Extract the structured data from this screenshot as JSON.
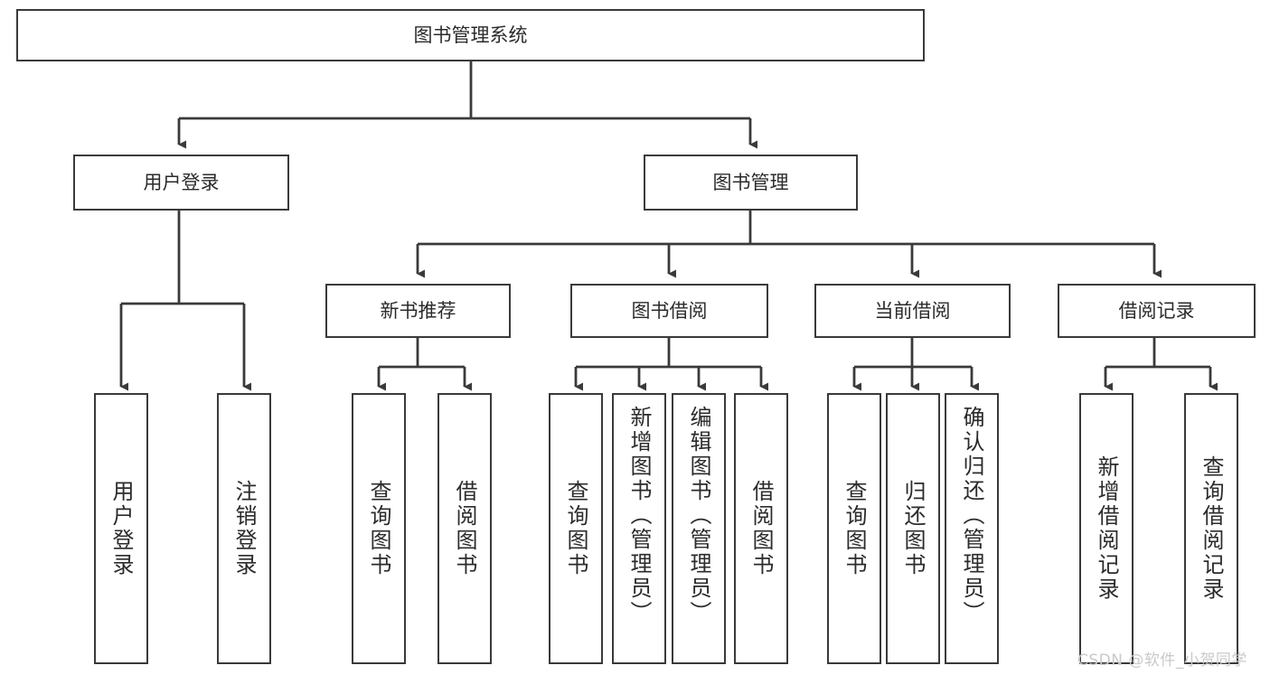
{
  "diagram": {
    "title": "图书管理系统",
    "type": "tree-hierarchy",
    "stroke_color": "#3a3a3a",
    "text_color": "#2b2b2b",
    "background_color": "#ffffff",
    "root": {
      "label": "图书管理系统"
    },
    "level2": [
      {
        "label": "用户登录"
      },
      {
        "label": "图书管理"
      }
    ],
    "level3": [
      {
        "label": "新书推荐"
      },
      {
        "label": "图书借阅"
      },
      {
        "label": "当前借阅"
      },
      {
        "label": "借阅记录"
      }
    ],
    "leaves": [
      {
        "label": "用户登录",
        "parent": "用户登录"
      },
      {
        "label": "注销登录",
        "parent": "用户登录"
      },
      {
        "label": "查询图书",
        "parent": "新书推荐"
      },
      {
        "label": "借阅图书",
        "parent": "新书推荐"
      },
      {
        "label": "查询图书",
        "parent": "图书借阅"
      },
      {
        "label": "新增图书（管理员）",
        "parent": "图书借阅"
      },
      {
        "label": "编辑图书（管理员）",
        "parent": "图书借阅"
      },
      {
        "label": "借阅图书",
        "parent": "图书借阅"
      },
      {
        "label": "查询图书",
        "parent": "当前借阅"
      },
      {
        "label": "归还图书",
        "parent": "当前借阅"
      },
      {
        "label": "确认归还（管理员）",
        "parent": "当前借阅"
      },
      {
        "label": "新增借阅记录",
        "parent": "借阅记录"
      },
      {
        "label": "查询借阅记录",
        "parent": "借阅记录"
      }
    ]
  },
  "watermark": {
    "text": "CSDN @软件_小贺同学",
    "color": "#c9c9c9"
  }
}
